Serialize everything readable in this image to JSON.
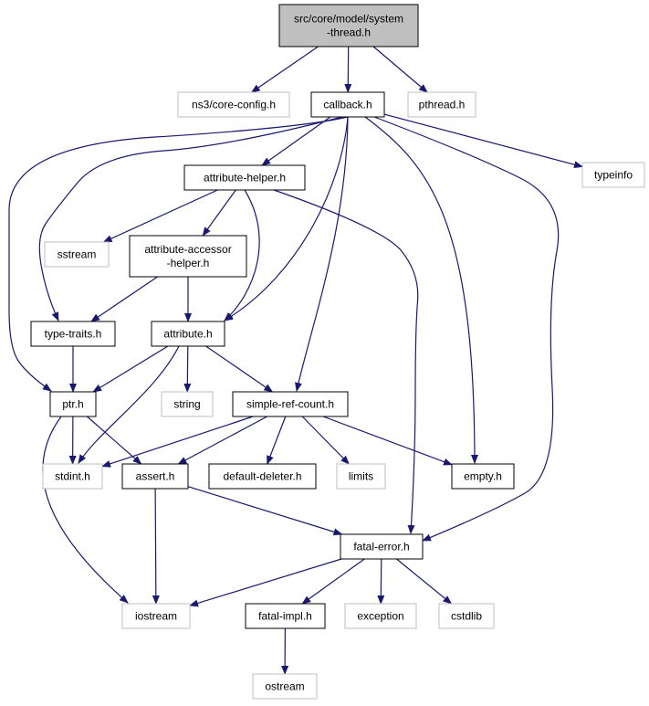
{
  "diagram": {
    "colors": {
      "edge": "#191970",
      "root_fill": "#bfbfbf",
      "node_border": "#000000",
      "external_border": "#bfbfbf",
      "text": "#000000"
    },
    "nodes": [
      {
        "id": "root",
        "lines": [
          "src/core/model/system",
          "-thread.h"
        ],
        "kind": "root"
      },
      {
        "id": "ns3-core-config",
        "lines": [
          "ns3/core-config.h"
        ],
        "kind": "external"
      },
      {
        "id": "callback",
        "lines": [
          "callback.h"
        ],
        "kind": "internal"
      },
      {
        "id": "pthread",
        "lines": [
          "pthread.h"
        ],
        "kind": "external"
      },
      {
        "id": "typeinfo",
        "lines": [
          "typeinfo"
        ],
        "kind": "external"
      },
      {
        "id": "attribute-helper",
        "lines": [
          "attribute-helper.h"
        ],
        "kind": "internal"
      },
      {
        "id": "sstream",
        "lines": [
          "sstream"
        ],
        "kind": "external"
      },
      {
        "id": "attribute-accessor-helper",
        "lines": [
          "attribute-accessor",
          "-helper.h"
        ],
        "kind": "internal"
      },
      {
        "id": "type-traits",
        "lines": [
          "type-traits.h"
        ],
        "kind": "internal"
      },
      {
        "id": "attribute",
        "lines": [
          "attribute.h"
        ],
        "kind": "internal"
      },
      {
        "id": "ptr",
        "lines": [
          "ptr.h"
        ],
        "kind": "internal"
      },
      {
        "id": "string",
        "lines": [
          "string"
        ],
        "kind": "external"
      },
      {
        "id": "simple-ref-count",
        "lines": [
          "simple-ref-count.h"
        ],
        "kind": "internal"
      },
      {
        "id": "stdint",
        "lines": [
          "stdint.h"
        ],
        "kind": "external"
      },
      {
        "id": "assert",
        "lines": [
          "assert.h"
        ],
        "kind": "internal"
      },
      {
        "id": "default-deleter",
        "lines": [
          "default-deleter.h"
        ],
        "kind": "internal"
      },
      {
        "id": "limits",
        "lines": [
          "limits"
        ],
        "kind": "external"
      },
      {
        "id": "empty",
        "lines": [
          "empty.h"
        ],
        "kind": "internal"
      },
      {
        "id": "fatal-error",
        "lines": [
          "fatal-error.h"
        ],
        "kind": "internal"
      },
      {
        "id": "iostream",
        "lines": [
          "iostream"
        ],
        "kind": "external"
      },
      {
        "id": "fatal-impl",
        "lines": [
          "fatal-impl.h"
        ],
        "kind": "internal"
      },
      {
        "id": "exception",
        "lines": [
          "exception"
        ],
        "kind": "external"
      },
      {
        "id": "cstdlib",
        "lines": [
          "cstdlib"
        ],
        "kind": "external"
      },
      {
        "id": "ostream",
        "lines": [
          "ostream"
        ],
        "kind": "external"
      }
    ],
    "edges": [
      {
        "from": "root",
        "to": "ns3-core-config"
      },
      {
        "from": "root",
        "to": "callback"
      },
      {
        "from": "root",
        "to": "pthread"
      },
      {
        "from": "callback",
        "to": "typeinfo"
      },
      {
        "from": "callback",
        "to": "attribute-helper"
      },
      {
        "from": "callback",
        "to": "type-traits"
      },
      {
        "from": "callback",
        "to": "ptr"
      },
      {
        "from": "callback",
        "to": "attribute"
      },
      {
        "from": "callback",
        "to": "simple-ref-count"
      },
      {
        "from": "callback",
        "to": "empty"
      },
      {
        "from": "callback",
        "to": "fatal-error"
      },
      {
        "from": "attribute-helper",
        "to": "sstream"
      },
      {
        "from": "attribute-helper",
        "to": "attribute-accessor-helper"
      },
      {
        "from": "attribute-helper",
        "to": "attribute"
      },
      {
        "from": "attribute-helper",
        "to": "fatal-error"
      },
      {
        "from": "attribute-accessor-helper",
        "to": "type-traits"
      },
      {
        "from": "attribute-accessor-helper",
        "to": "attribute"
      },
      {
        "from": "type-traits",
        "to": "ptr"
      },
      {
        "from": "attribute",
        "to": "ptr"
      },
      {
        "from": "attribute",
        "to": "string"
      },
      {
        "from": "attribute",
        "to": "simple-ref-count"
      },
      {
        "from": "attribute",
        "to": "stdint"
      },
      {
        "from": "ptr",
        "to": "stdint"
      },
      {
        "from": "ptr",
        "to": "assert"
      },
      {
        "from": "ptr",
        "to": "iostream"
      },
      {
        "from": "simple-ref-count",
        "to": "stdint"
      },
      {
        "from": "simple-ref-count",
        "to": "assert"
      },
      {
        "from": "simple-ref-count",
        "to": "default-deleter"
      },
      {
        "from": "simple-ref-count",
        "to": "limits"
      },
      {
        "from": "simple-ref-count",
        "to": "empty"
      },
      {
        "from": "assert",
        "to": "iostream"
      },
      {
        "from": "assert",
        "to": "fatal-error"
      },
      {
        "from": "fatal-error",
        "to": "iostream"
      },
      {
        "from": "fatal-error",
        "to": "fatal-impl"
      },
      {
        "from": "fatal-error",
        "to": "exception"
      },
      {
        "from": "fatal-error",
        "to": "cstdlib"
      },
      {
        "from": "fatal-impl",
        "to": "ostream"
      }
    ]
  }
}
